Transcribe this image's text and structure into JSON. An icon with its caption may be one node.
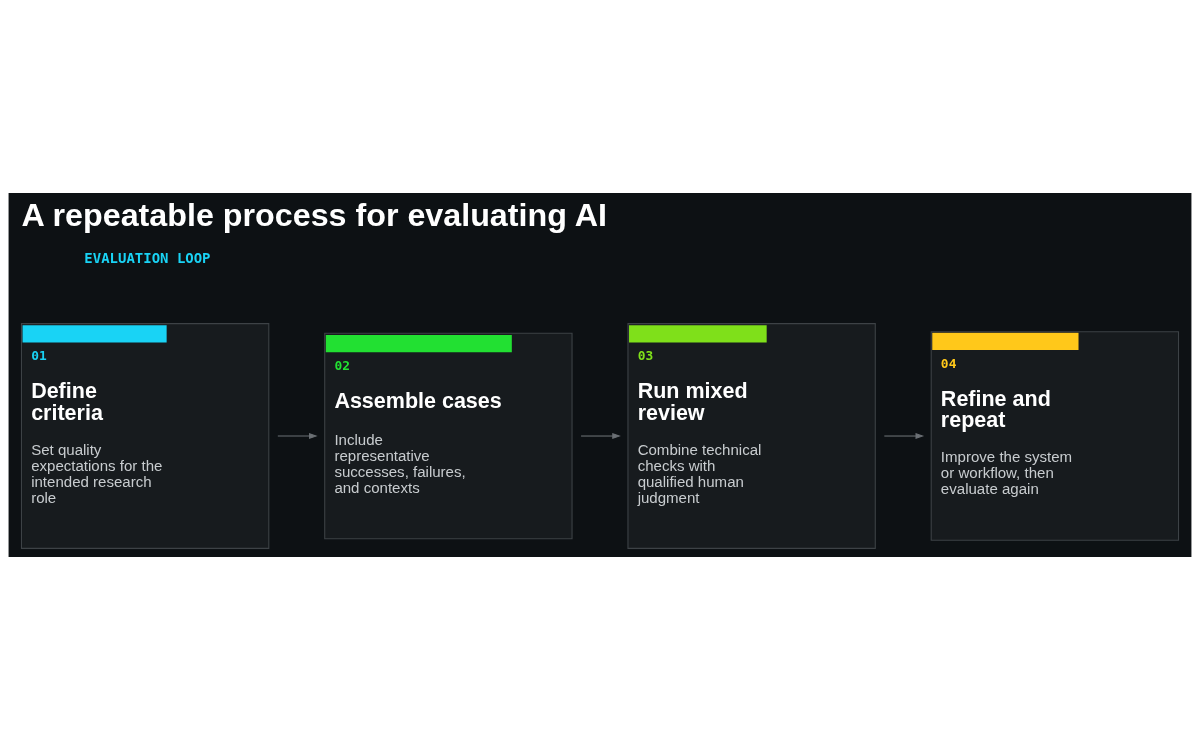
{
  "diagram": {
    "title": "A repeatable process for evaluating AI",
    "nodes": [
      {
        "text": [
          "01",
          "Define criteria",
          "Set quality expectations for the intended research role"
        ]
      },
      {
        "text": [
          "02",
          "Assemble cases",
          "Include representative successes, failures, and contexts"
        ]
      },
      {
        "text": [
          "03",
          "Run mixed review",
          "Combine technical checks with qualified human judgment"
        ]
      },
      {
        "text": [
          "04",
          "Refine and repeat",
          "Improve the system or workflow, then evaluate again"
        ]
      }
    ],
    "edges": [
      {
        "from": 0,
        "to": 1,
        "arrow": "to"
      },
      {
        "from": 1,
        "to": 2,
        "arrow": "to"
      },
      {
        "from": 2,
        "to": 3,
        "arrow": "to"
      }
    ],
    "labels": [
      "EVALUATION LOOP"
    ]
  }
}
